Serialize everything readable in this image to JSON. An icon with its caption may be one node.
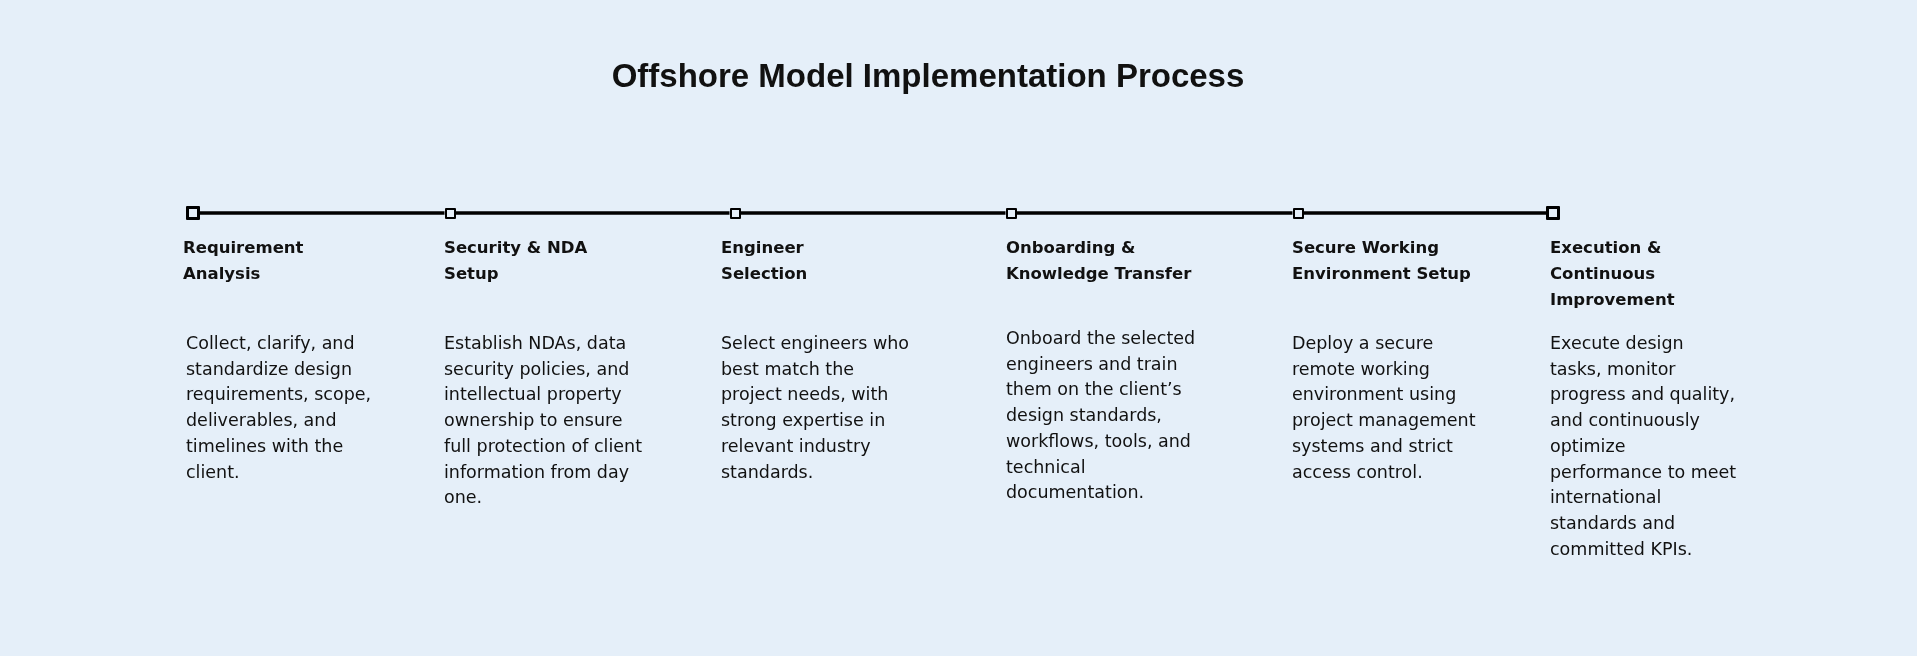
{
  "diagram": {
    "title": "Offshore Model Implementation Process",
    "nodes": [
      {
        "text": [],
        "shape": "box",
        "beside": [
          "Requirement Analysis",
          "Collect, clarify, and standardize design requirements, scope, deliverables, and timelines with the client."
        ]
      },
      {
        "text": [],
        "shape": "box",
        "beside": [
          "Security & NDA Setup",
          "Establish NDAs, data security policies, and intellectual property ownership to ensure full protection of client information from day one."
        ]
      },
      {
        "text": [],
        "shape": "box",
        "beside": [
          "Engineer Selection",
          "Select engineers who best match the project needs, with strong expertise in relevant industry standards."
        ]
      },
      {
        "text": [],
        "shape": "box",
        "beside": [
          "Onboarding & Knowledge Transfer",
          "Onboard the selected engineers and train them on the client’s design standards, workflows, tools, and technical documentation."
        ]
      },
      {
        "text": [],
        "shape": "box",
        "beside": [
          "Secure Working Environment Setup",
          "Deploy a secure remote working environment using project management systems and strict access control."
        ]
      },
      {
        "text": [],
        "shape": "box",
        "beside": [
          "Execution & Continuous Improvement",
          "Execute design tasks, monitor progress and quality, and continuously optimize performance to meet international standards and committed KPIs."
        ]
      }
    ],
    "edges": [
      {
        "from": 0,
        "to": 1,
        "arrow": "none"
      },
      {
        "from": 1,
        "to": 2,
        "arrow": "none"
      },
      {
        "from": 2,
        "to": 3,
        "arrow": "none"
      },
      {
        "from": 3,
        "to": 4,
        "arrow": "none"
      },
      {
        "from": 4,
        "to": 5,
        "arrow": "none"
      }
    ]
  }
}
